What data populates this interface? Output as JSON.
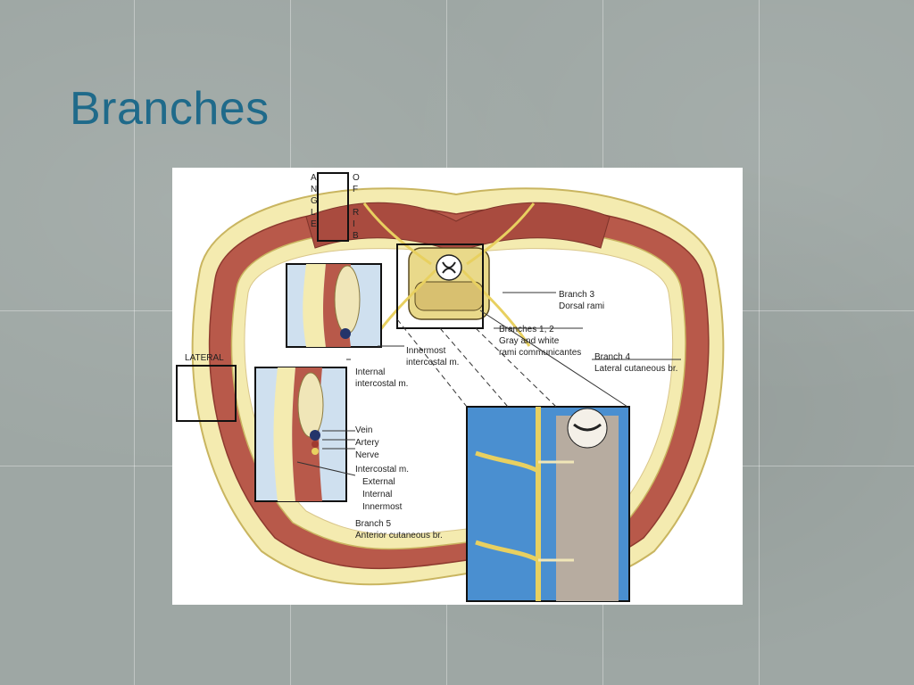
{
  "slide": {
    "title": "Branches"
  },
  "figure": {
    "angle_letters": [
      "A",
      "N",
      "G",
      "L",
      "E"
    ],
    "of_rib_letters": [
      "O",
      "F",
      "R",
      "I",
      "B"
    ],
    "lateral": "LATERAL",
    "branch3": "Branch 3",
    "dorsal_rami": "Dorsal rami",
    "branches12": "Branches 1, 2",
    "gray_white": "Gray and white",
    "rami_comm": "rami communicantes",
    "branch4": "Branch 4",
    "lateral_cut": "Lateral cutaneous br.",
    "innermost1": "Innermost",
    "innermost2": "intercostal m.",
    "internal1": "Internal",
    "internal2": "intercostal m.",
    "vein": "Vein",
    "artery": "Artery",
    "nerve": "Nerve",
    "intercostal_m": "Intercostal m.",
    "external": "External",
    "internal": "Internal",
    "innermost": "Innermost",
    "branch5": "Branch 5",
    "anterior_cut": "Anterior cutaneous br."
  },
  "colors": {
    "title": "#1f6a8a",
    "muscle": "#b8594a",
    "fat": "#f2e7a0",
    "nerve": "#e8d060",
    "water": "#4a8fd0"
  }
}
